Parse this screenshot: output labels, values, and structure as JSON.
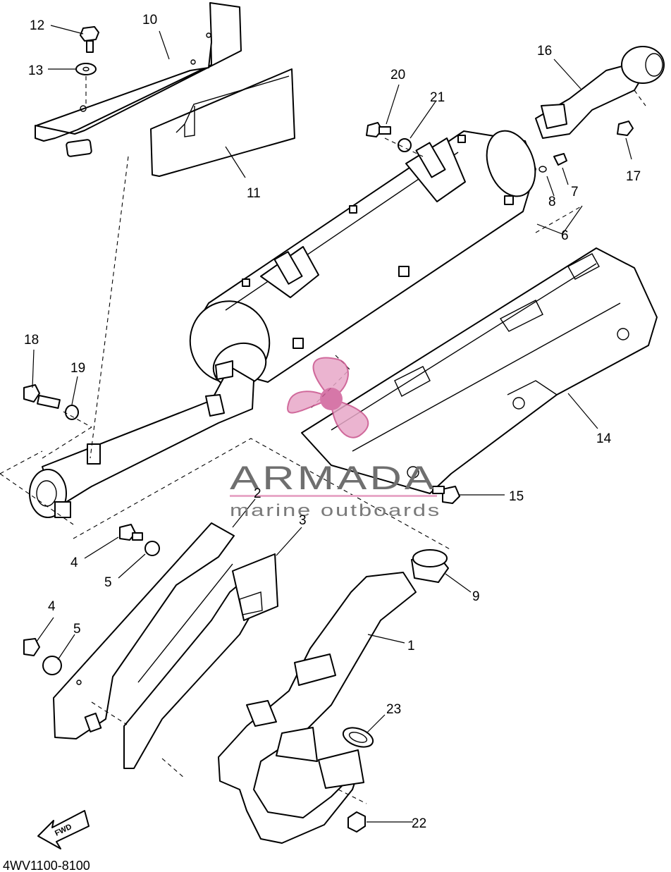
{
  "diagram": {
    "code": "4WV1100-8100",
    "fwd_label": "FWD",
    "parts": [
      {
        "id": "part-1",
        "num": "1"
      },
      {
        "id": "part-2",
        "num": "2"
      },
      {
        "id": "part-3",
        "num": "3"
      },
      {
        "id": "part-4a",
        "num": "4"
      },
      {
        "id": "part-4b",
        "num": "4"
      },
      {
        "id": "part-5a",
        "num": "5"
      },
      {
        "id": "part-5b",
        "num": "5"
      },
      {
        "id": "part-6",
        "num": "6"
      },
      {
        "id": "part-7",
        "num": "7"
      },
      {
        "id": "part-8",
        "num": "8"
      },
      {
        "id": "part-9",
        "num": "9"
      },
      {
        "id": "part-10",
        "num": "10"
      },
      {
        "id": "part-11",
        "num": "11"
      },
      {
        "id": "part-12",
        "num": "12"
      },
      {
        "id": "part-13",
        "num": "13"
      },
      {
        "id": "part-14",
        "num": "14"
      },
      {
        "id": "part-15",
        "num": "15"
      },
      {
        "id": "part-16",
        "num": "16"
      },
      {
        "id": "part-17",
        "num": "17"
      },
      {
        "id": "part-18",
        "num": "18"
      },
      {
        "id": "part-19",
        "num": "19"
      },
      {
        "id": "part-20",
        "num": "20"
      },
      {
        "id": "part-21",
        "num": "21"
      },
      {
        "id": "part-22",
        "num": "22"
      },
      {
        "id": "part-23",
        "num": "23"
      }
    ]
  },
  "watermark": {
    "brand": "ARMADA",
    "tagline": "marine outboards",
    "colors": {
      "logo_pink": "#e8a8c8",
      "logo_dark": "#c8508a",
      "text_gray": "#6f6f6f"
    }
  }
}
